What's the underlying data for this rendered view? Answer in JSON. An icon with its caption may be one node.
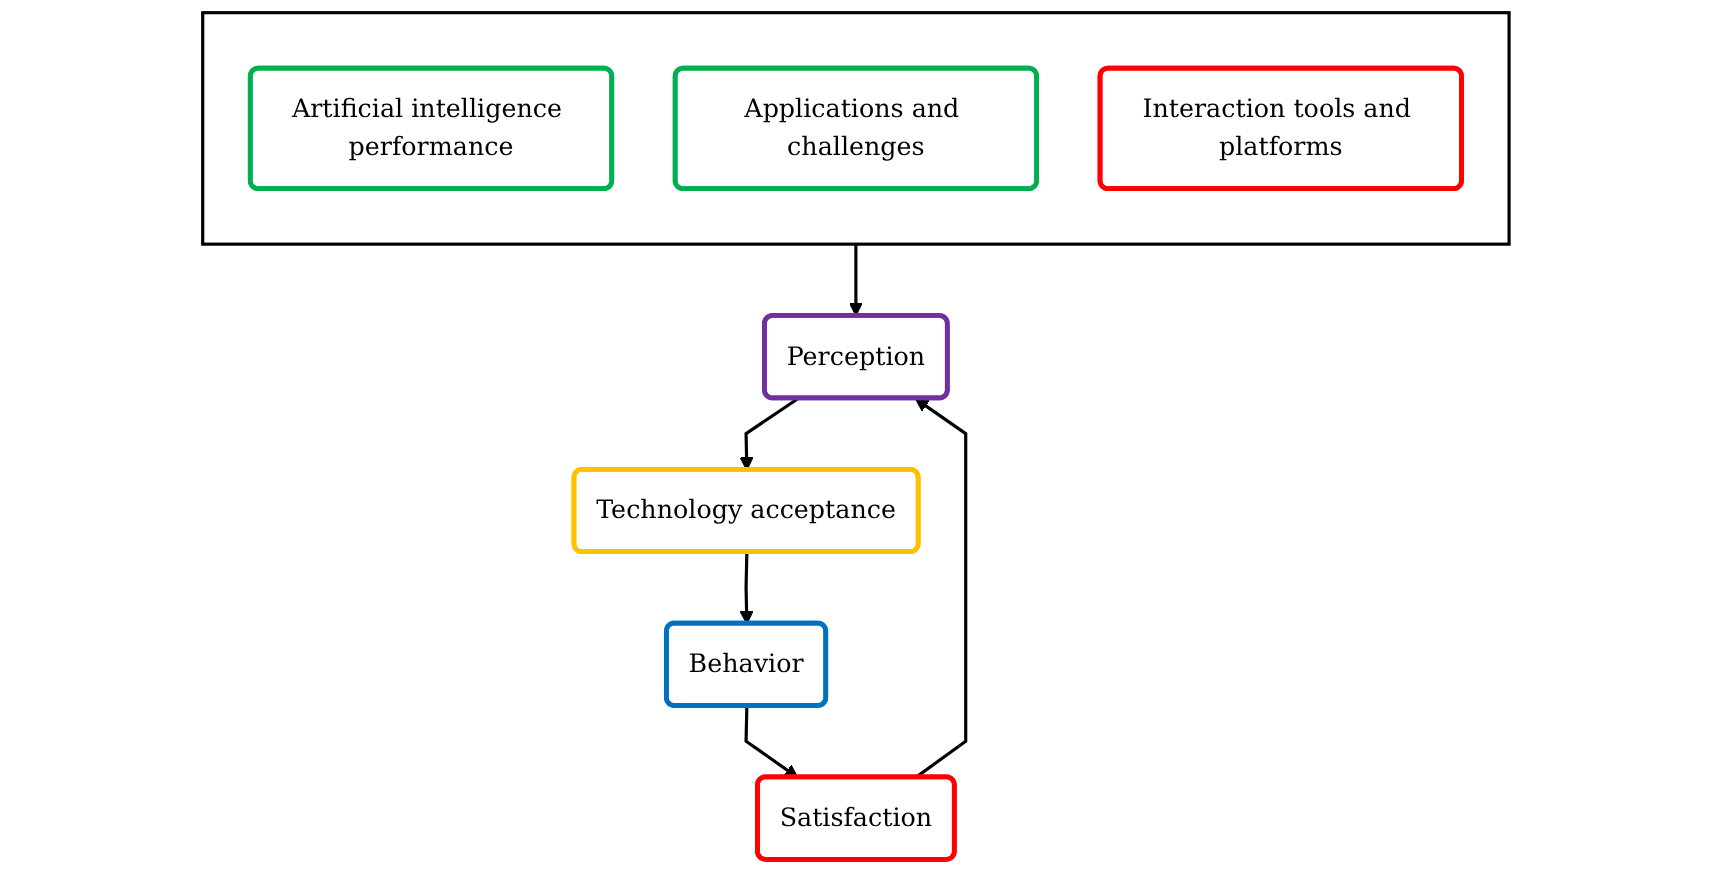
{
  "diagram": {
    "nodes": [
      {
        "text": [],
        "shape": "box"
      },
      {
        "text": [
          "Artificial intelligence performance"
        ],
        "in": 0
      },
      {
        "text": [
          "Applications and challenges"
        ],
        "in": 0
      },
      {
        "text": [
          "Interaction tools and platforms"
        ],
        "in": 0
      },
      {
        "text": [
          "Satisfaction"
        ]
      },
      {
        "text": [
          "Perception"
        ]
      },
      {
        "text": [
          "Technology acceptance"
        ]
      },
      {
        "text": [
          "Behavior"
        ]
      }
    ],
    "edges": [
      {
        "from": 0,
        "to": 5,
        "arrow": "to"
      },
      {
        "from": 4,
        "to": 5,
        "arrow": "to"
      },
      {
        "from": 5,
        "to": 6,
        "arrow": "to"
      },
      {
        "from": 6,
        "to": 7,
        "arrow": "to"
      },
      {
        "from": 7,
        "to": 4,
        "arrow": "to"
      }
    ]
  }
}
